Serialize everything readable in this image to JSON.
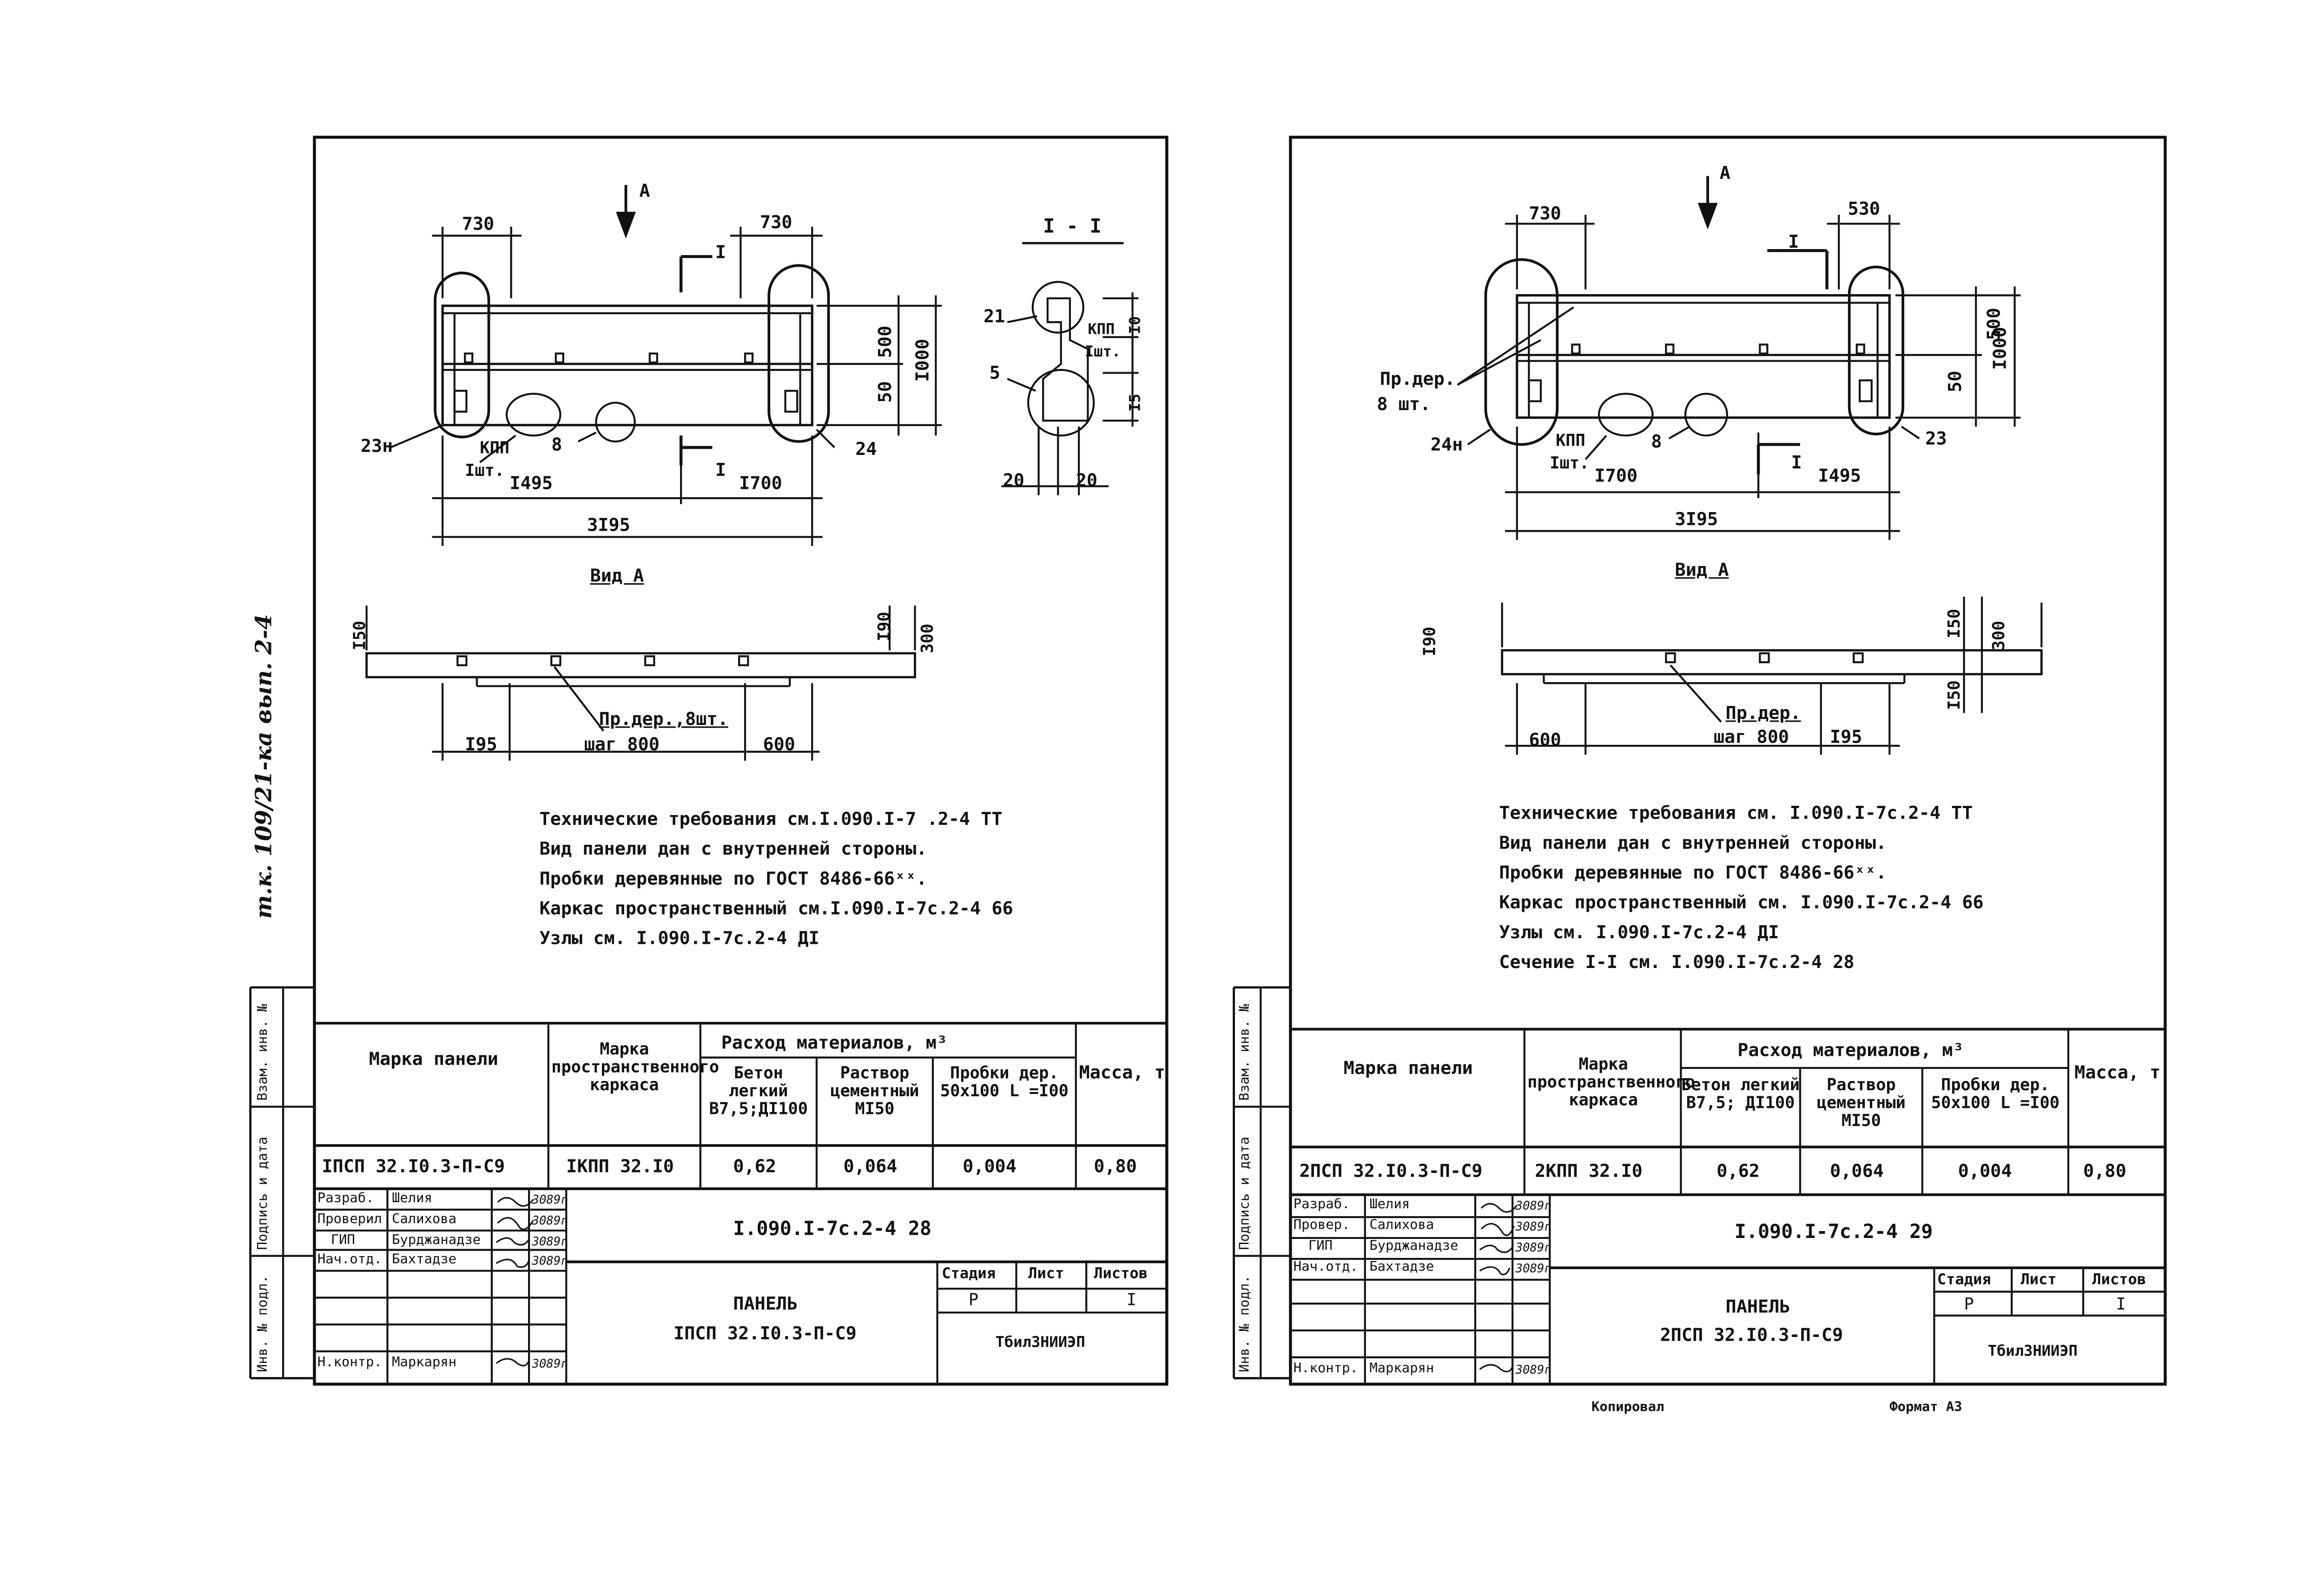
{
  "left_sheet": {
    "dims": {
      "d730a": "730",
      "d730b": "730",
      "d500": "500",
      "d1000": "I000",
      "d50": "50",
      "d1495": "I495",
      "d1700": "I700",
      "d3195": "3I95"
    },
    "callouts": {
      "c23": "23н",
      "c24": "24",
      "c8": "8",
      "kpp": "КПП",
      "kpp_qty": "Iшт."
    },
    "section_mark": "I",
    "view_arrow": "A",
    "section_title": "I - I",
    "section": {
      "s21": "21",
      "s5": "5",
      "kpp": "КПП",
      "kpp_qty": "Iшт.",
      "s10": "I0",
      "s15": "I5",
      "s20a": "20",
      "s20b": "20"
    },
    "view_title": "Вид А",
    "view_dims": {
      "d150": "I50",
      "d190": "I90",
      "d300": "300",
      "d195": "I95",
      "d600": "600"
    },
    "view_label": "Пр.дер.,8шт.",
    "view_label2": "шаг 800",
    "notes": [
      "Технические требования см.I.090.I-7 .2-4 ТТ",
      "Вид панели дан с внутренней стороны.",
      "Пробки деревянные по ГОСТ 8486-66ˣˣ.",
      "Каркас пространственный см.I.090.I-7c.2-4 66",
      "Узлы см. I.090.I-7c.2-4 ДI"
    ],
    "table": {
      "h_mark": "Марка панели",
      "h_frame": "Марка пространственного каркаса",
      "h_mat": "Расход материалов, м³",
      "h_concrete": "Бетон легкий В7,5;ДI100",
      "h_mortar": "Раствор цементный MI50",
      "h_plugs": "Пробки дер. 50х100 L =I00",
      "h_mass": "Масса, т",
      "mark": "IПСП 32.I0.3-П-С9",
      "frame": "IКПП 32.I0",
      "concrete": "0,62",
      "mortar": "0,064",
      "plugs": "0,004",
      "mass": "0,80"
    },
    "stamp": {
      "roles": [
        "Разраб.",
        "Проверил",
        "ГИП",
        "Нач.отд.",
        "",
        "",
        "Н.контр."
      ],
      "names": [
        "Шелия",
        "Салихова",
        "Бурджанадзе",
        "Бахтадзе",
        "",
        "",
        "Маркарян"
      ],
      "dates": [
        "3089г",
        "3089г",
        "3089г",
        "3089г",
        "",
        "",
        "3089г"
      ],
      "code": "I.090.I-7c.2-4 28",
      "title_1": "ПАНЕЛЬ",
      "title_2": "IПСП 32.I0.3-П-С9",
      "stage_h": "Стадия",
      "sheet_h": "Лист",
      "sheets_h": "Листов",
      "stage": "Р",
      "sheets": "I",
      "org": "ТбилЗНИИЭП"
    },
    "side_labels": [
      "Инв. № подл.",
      "Подпись и дата",
      "Взам. инв. №"
    ],
    "handwritten": "т.к. 109/21-ка вып. 2-4"
  },
  "right_sheet": {
    "dims": {
      "d730": "730",
      "d530": "530",
      "d500": "500",
      "d1000": "I000",
      "d50": "50",
      "d1700": "I700",
      "d1495": "I495",
      "d3195": "3I95"
    },
    "callouts": {
      "c24": "24н",
      "c23": "23",
      "c8": "8",
      "kpp": "КПП",
      "kpp_qty": "Iшт.",
      "plugs": "Пр.дер.",
      "plugs_qty": "8 шт."
    },
    "section_mark": "I",
    "view_arrow": "A",
    "view_title": "Вид А",
    "view_dims": {
      "d190": "I90",
      "d150a": "I50",
      "d300": "300",
      "d150b": "I50",
      "d600": "600",
      "d195": "I95"
    },
    "view_label": "Пр.дер.",
    "view_label2": "шаг 800",
    "notes": [
      "Технические требования см. I.090.I-7c.2-4 ТТ",
      "Вид панели дан с внутренней стороны.",
      "Пробки деревянные по ГОСТ 8486-66ˣˣ.",
      "Каркас пространственный см. I.090.I-7c.2-4 66",
      "Узлы см. I.090.I-7c.2-4 ДI",
      "Сечение I-I см. I.090.I-7c.2-4 28"
    ],
    "table": {
      "h_mark": "Марка панели",
      "h_frame": "Марка пространственного каркаса",
      "h_mat": "Расход материалов, м³",
      "h_concrete": "Бетон легкий В7,5; ДI100",
      "h_mortar": "Раствор цементный MI50",
      "h_plugs": "Пробки дер. 50х100 L =I00",
      "h_mass": "Масса, т",
      "mark": "2ПСП 32.I0.3-П-С9",
      "frame": "2КПП 32.I0",
      "concrete": "0,62",
      "mortar": "0,064",
      "plugs": "0,004",
      "mass": "0,80"
    },
    "stamp": {
      "roles": [
        "Разраб.",
        "Провер.",
        "ГИП",
        "Нач.отд.",
        "",
        "",
        "Н.контр."
      ],
      "names": [
        "Шелия",
        "Салихова",
        "Бурджанадзе",
        "Бахтадзе",
        "",
        "",
        "Маркарян"
      ],
      "dates": [
        "3089г",
        "3089г",
        "3089г",
        "3089г",
        "",
        "",
        "3089г"
      ],
      "code": "I.090.I-7c.2-4 29",
      "title_1": "ПАНЕЛЬ",
      "title_2": "2ПСП 32.I0.3-П-С9",
      "stage_h": "Стадия",
      "sheet_h": "Лист",
      "sheets_h": "Листов",
      "stage": "Р",
      "sheets": "I",
      "org": "ТбилЗНИИЭП"
    },
    "side_labels": [
      "Инв. № подл.",
      "Подпись и дата",
      "Взам. инв. №"
    ]
  },
  "footer": {
    "copied": "Копировал",
    "format": "Формат А3"
  }
}
